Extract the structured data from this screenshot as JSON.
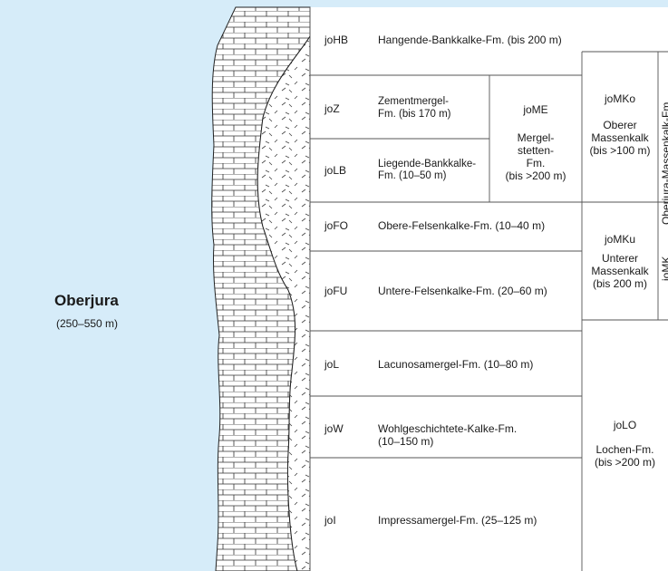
{
  "period": {
    "name": "Oberjura",
    "range": "(250–550 m)"
  },
  "formations": [
    {
      "code": "joHB",
      "name": "Hangende-Bankkalke-Fm. (bis 200 m)"
    },
    {
      "code": "joZ",
      "name_l1": "Zementmergel-",
      "name_l2": "Fm. (bis 170 m)"
    },
    {
      "code": "joLB",
      "name_l1": "Liegende-Bankkalke-",
      "name_l2": "Fm. (10–50 m)"
    },
    {
      "code": "joFO",
      "name": "Obere-Felsenkalke-Fm. (10–40 m)"
    },
    {
      "code": "joFU",
      "name": "Untere-Felsenkalke-Fm. (20–60 m)"
    },
    {
      "code": "joL",
      "name": "Lacunosamergel-Fm. (10–80 m)"
    },
    {
      "code": "joW",
      "name_l1": "Wohlgeschichtete-Kalke-Fm.",
      "name_l2": "(10–150 m)"
    },
    {
      "code": "joI",
      "name": "Impressamergel-Fm. (25–125 m)"
    }
  ],
  "joME": {
    "code": "joME",
    "l1": "Mergel-",
    "l2": "stetten-",
    "l3": "Fm.",
    "l4": "(bis >200 m)"
  },
  "joMKo": {
    "code": "joMKo",
    "l1": "Oberer",
    "l2": "Massenkalk",
    "l3": "(bis >100 m)"
  },
  "joMKu": {
    "code": "joMKu",
    "l1": "Unterer",
    "l2": "Massenkalk",
    "l3": "(bis 200 m)"
  },
  "joLO": {
    "code": "joLO",
    "l1": "Lochen-Fm.",
    "l2": "(bis >200 m)"
  },
  "joMK_vertical": {
    "lower": "joMK",
    "upper": "Oberjura-Massenkalk-Fm."
  }
}
